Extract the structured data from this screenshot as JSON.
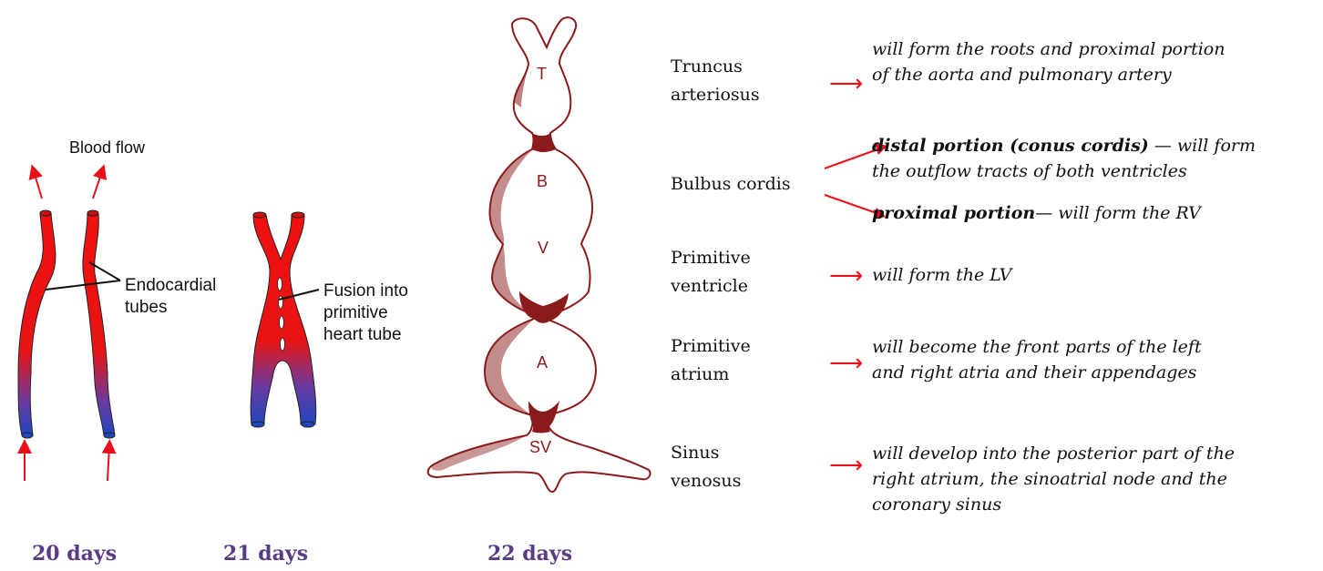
{
  "left_figure": {
    "blood_flow_label": "Blood flow",
    "endocardial_label_line1": "Endocardial",
    "endocardial_label_line2": "tubes",
    "fusion_label_line1": "Fusion into",
    "fusion_label_line2": "primitive",
    "fusion_label_line3": "heart tube"
  },
  "heart_tube_figure": {
    "segment_letters": {
      "truncus": "T",
      "bulbus": "B",
      "ventricle": "V",
      "atrium": "A",
      "sinus": "SV"
    }
  },
  "day_labels": [
    "20 days",
    "21 days",
    "22 days"
  ],
  "stages": [
    {
      "name_line1": "Truncus",
      "name_line2": "arteriosus",
      "description_line1": "will form the roots and proximal portion",
      "description_line2": "of the aorta and pulmonary artery"
    },
    {
      "name_line1": "Bulbus cordis",
      "distal_bold": "distal portion (conus cordis)",
      "distal_rest": " — will form",
      "distal_line2": "the outflow tracts of both ventricles",
      "proximal_bold": "proximal portion",
      "proximal_rest": "—  will form the RV"
    },
    {
      "name_line1": "Primitive",
      "name_line2": "ventricle",
      "description_line1": "will form the LV"
    },
    {
      "name_line1": "Primitive",
      "name_line2": "atrium",
      "description_line1": "will become the front parts of the left",
      "description_line2": "and right atria and their appendages"
    },
    {
      "name_line1": "Sinus",
      "name_line2": "venosus",
      "description_line1": "will develop into the posterior part of the",
      "description_line2": "right atrium, the sinoatrial node and the",
      "description_line3": "coronary sinus"
    }
  ],
  "arrow_glyph": "⟶",
  "colors": {
    "arterial_red": "#e8101a",
    "venous_blue": "#2b4fb8",
    "tube_maroon": "#8b1a1a",
    "day_purple": "#5a3c86"
  }
}
